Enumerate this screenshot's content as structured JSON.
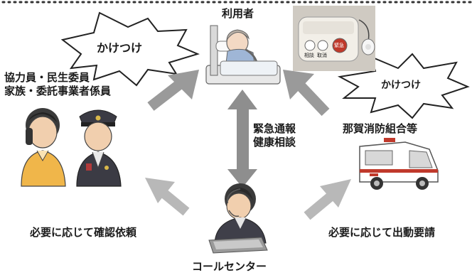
{
  "user_label": "利用者",
  "rush_left": "かけつけ",
  "rush_right": "かけつけ",
  "cooperators": {
    "line1": "協力員・民生委員",
    "line2": "家族・委託事業者係員"
  },
  "emergency": {
    "line1": "緊急通報",
    "line2": "健康相談"
  },
  "fire_dept": "那賀消防組合等",
  "confirm_request": "必要に応じて確認依頼",
  "dispatch_request": "必要に応じて出動要請",
  "call_center": "コールセンター",
  "device_buttons": [
    "相談",
    "取消",
    "緊急"
  ],
  "colors": {
    "arrow": "#9a9a9a",
    "arrow_light": "#b8b8b8",
    "border_dots": "#333333",
    "device_body": "#f2efe8",
    "emergency_button": "#c0392b"
  }
}
